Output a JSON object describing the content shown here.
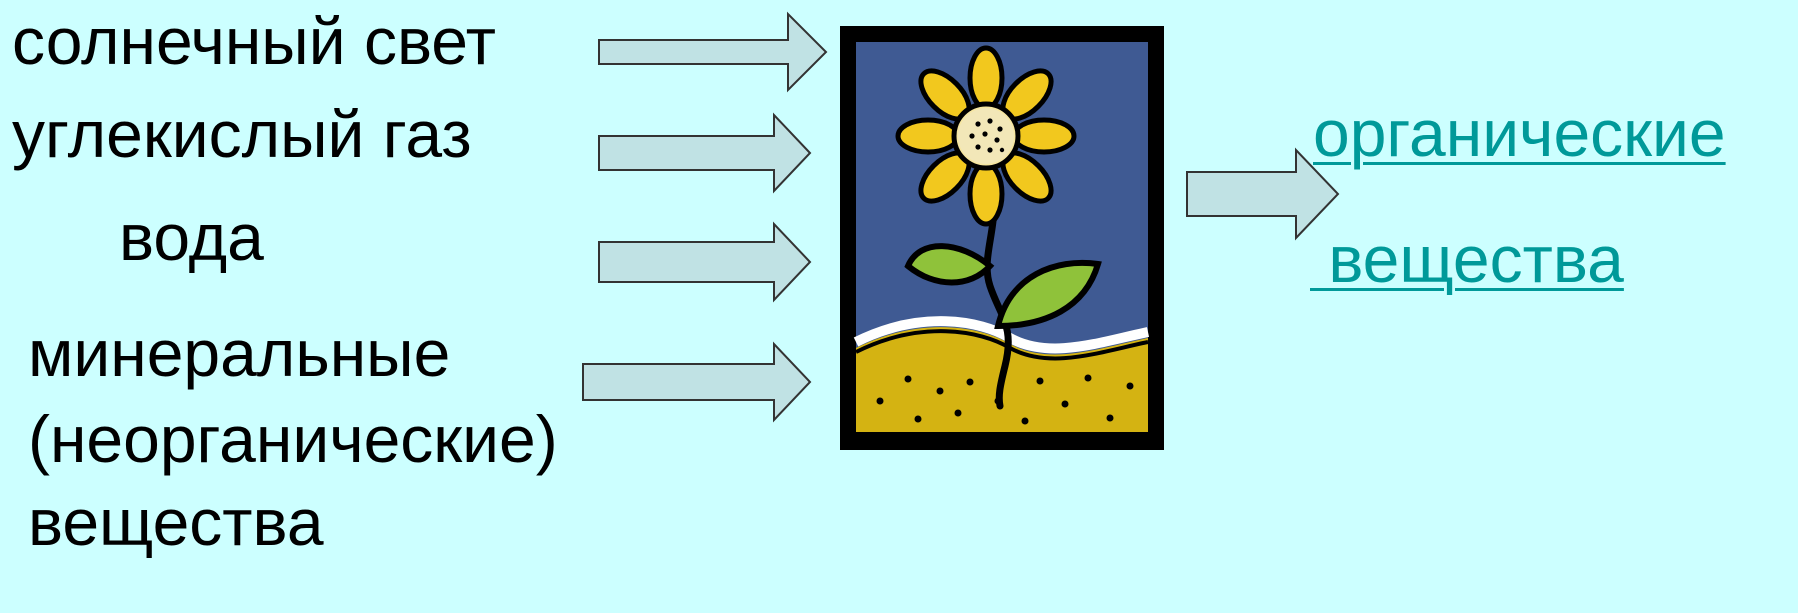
{
  "inputs": {
    "sunlight": "солнечный свет",
    "co2": "углекислый газ",
    "water": "вода",
    "minerals_line1": "минеральные",
    "minerals_line2": "(неорганические)",
    "minerals_line3": "вещества"
  },
  "output": {
    "line1": "органические",
    "line2": " вещества"
  },
  "colors": {
    "background": "#ccffff",
    "arrow_fill": "#c0e2e4",
    "link": "#009999",
    "picture_sky": "#3f5a93",
    "picture_soil": "#d4b312",
    "petal": "#f2c81e",
    "leaf": "#8fc23a"
  },
  "icons": {
    "picture": "sunflower-plant-icon",
    "arrow": "right-arrow-icon"
  }
}
